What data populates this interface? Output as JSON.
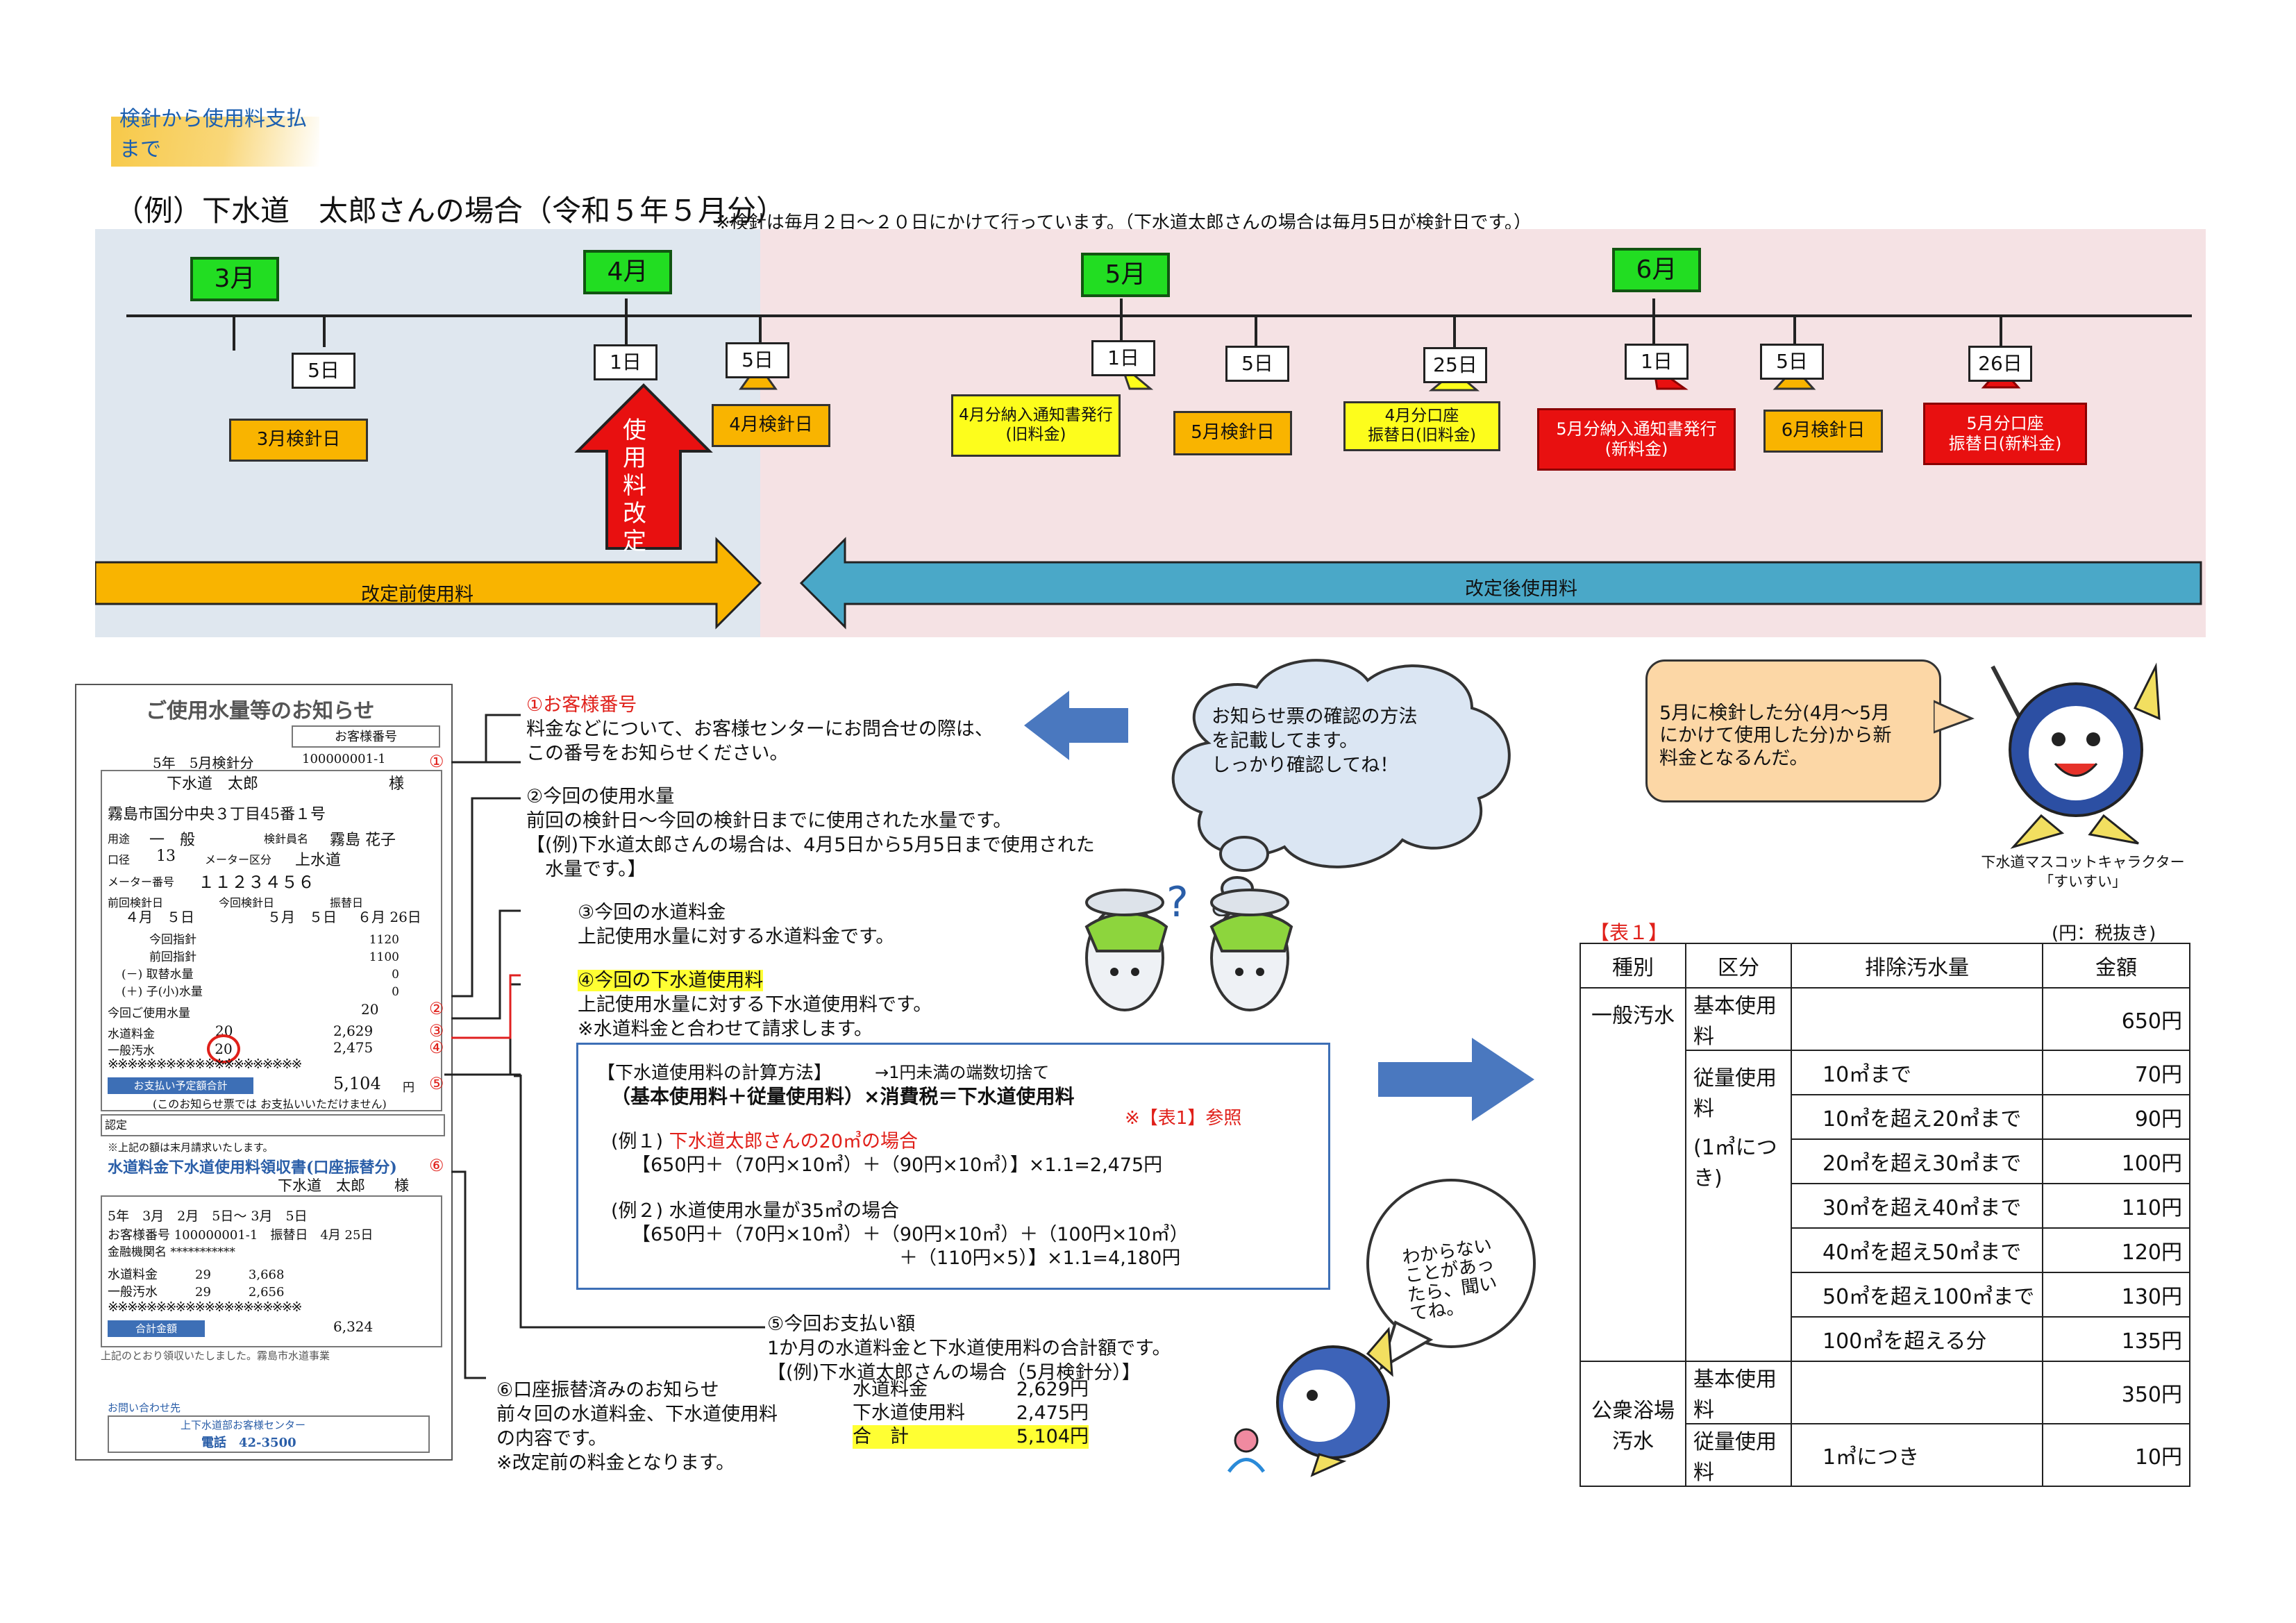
{
  "header": {
    "section_tag": "検針から使用料支払まで",
    "title": "（例）下水道　太郎さんの場合（令和５年５月分）",
    "reading_note": "※検針は毎月２日～２０日にかけて行っています。（下水道太郎さんの場合は毎月5日が検針日です。）"
  },
  "timeline": {
    "months": [
      "3月",
      "4月",
      "5月",
      "6月"
    ],
    "days": [
      "5日",
      "1日",
      "5日",
      "1日",
      "5日",
      "25日",
      "1日",
      "5日",
      "26日"
    ],
    "events": [
      "3月検針日",
      "4月検針日",
      "4月分納入通知書発行\n(旧料金)",
      "5月検針日",
      "4月分口座\n振替日(旧料金)",
      "5月分納入通知書発行\n(新料金)",
      "6月検針日",
      "5月分口座\n振替日(新料金)"
    ],
    "revision": "使用料改定",
    "before": "改定前使用料",
    "after": "改定後使用料"
  },
  "notice": {
    "title": "ご使用水量等のお知らせ",
    "cust_no_label": "お客様番号",
    "cust_no": "100000001-1",
    "reading_period": "5年　5月検針分",
    "name": "下水道　太郎",
    "honorific": "様",
    "address": "霧島市国分中央３丁目45番１号",
    "use_label": "用途",
    "use": "一　般",
    "reader_label": "検針員名",
    "reader": "霧島 花子",
    "bore_label": "口径",
    "bore": "13",
    "meter_cls_label": "メーター区分",
    "meter_cls": "上水道",
    "meter_no_label": "メーター番号",
    "meter_no": "１１２３４５６",
    "prev_date_label": "前回検針日",
    "prev_date": "４月　５日",
    "cur_date_label": "今回検針日",
    "cur_date": "５月　５日",
    "transfer_label": "振替日",
    "transfer_date": "６月 26日",
    "readings": [
      [
        "今回指針",
        "1120"
      ],
      [
        "前回指針",
        "1100"
      ],
      [
        "(－) 取替水量",
        "0"
      ],
      [
        "(＋) 子(小)水量",
        "0"
      ]
    ],
    "usage_label": "今回ご使用水量",
    "usage": "20",
    "water_label": "水道料金",
    "water_m3": "20",
    "water_yen": "2,629",
    "sewer_label": "一般汚水",
    "sewer_m3": "20",
    "sewer_yen": "2,475",
    "stars": "※※※※※※※※※※※※※※※※※※※※",
    "total_label": "お支払い予定額合計",
    "total": "5,104",
    "yen": "円",
    "footnote": "(このお知らせ票では お支払いいただけません)",
    "memo_label": "認定",
    "note2": "※上記の額は末月請求いたします。",
    "receipt_title": "水道料金下水道使用料領収書(口座振替分)",
    "receipt_name": "下水道　太郎　　様",
    "receipt_period": "5年　3月　2月　5日～ 3月　5日",
    "receipt_cust": "お客様番号 100000001-1　振替日　4月 25日",
    "bank": "金融機関名 ***********",
    "r_water": "水道料金　　　29　　　3,668",
    "r_sewer": "一般汚水　　　29　　　2,656",
    "r_total_label": "合計金額",
    "r_total": "6,324",
    "received": "上記のとおり領収いたしました。霧島市水道事業",
    "contact_label": "お問い合わせ先",
    "contact_center": "上下水道部お客様センター",
    "phone": "電話　42-3500"
  },
  "explanations": [
    {
      "num": "①",
      "head": "①お客様番号",
      "body": "料金などについて、お客様センターにお問合せの際は、\nこの番号をお知らせください。"
    },
    {
      "num": "②",
      "head": "②今回の使用水量",
      "body": "前回の検針日～今回の検針日までに使用された水量です。\n【(例)下水道太郎さんの場合は、4月5日から5月5日まで使用された\n　水量です。】"
    },
    {
      "num": "③",
      "head": "③今回の水道料金",
      "body": "上記使用水量に対する水道料金です。"
    },
    {
      "num": "④",
      "head": "④今回の下水道使用料",
      "body": "上記使用水量に対する下水道使用料です。\n※水道料金と合わせて請求します。"
    },
    {
      "num": "⑤",
      "head": "⑤今回お支払い額",
      "body": "1か月の水道料金と下水道使用料の合計額です。\n【(例)下水道太郎さんの場合（5月検針分）】"
    },
    {
      "num": "⑥",
      "head": "⑥口座振替済みのお知らせ",
      "body": "前々回の水道料金、下水道使用料\nの内容です。\n※改定前の料金となります。"
    }
  ],
  "payment_breakdown": [
    [
      "水道料金",
      "2,629円"
    ],
    [
      "下水道使用料",
      "2,475円"
    ],
    [
      "合　計",
      "5,104円"
    ]
  ],
  "speech": {
    "cloud": "お知らせ票の確認の方法\nを記載してます。\nしっかり確認してね！",
    "mascot_bubble": "5月に検針した分(4月～5月\nにかけて使用した分)から新\n料金となるんだ。",
    "mascot_caption": "下水道マスコットキャラクター\n「すいすい」",
    "ask": "わからない\nことがあっ\nたら、聞い\nてね。"
  },
  "calc": {
    "title": "【下水道使用料の計算方法】",
    "rounding": "→1円未満の端数切捨て",
    "formula": "（基本使用料＋従量使用料）×消費税＝下水道使用料",
    "ref": "※【表1】参照",
    "ex1_label": "(例１) ",
    "ex1_red": "下水道太郎さんの20㎥の場合",
    "ex1_calc": "【650円＋（70円×10㎥）＋（90円×10㎥）】×1.1=2,475円",
    "ex2_label": "(例２) 水道使用水量が35㎥の場合",
    "ex2_calc1": "【650円＋（70円×10㎥）＋（90円×10㎥）＋（100円×10㎥）",
    "ex2_calc2": "＋（110円×5）】×1.1=4,180円"
  },
  "fee_table": {
    "label": "【表１】",
    "unit": "(円：税抜き)",
    "headers": [
      "種別",
      "区分",
      "排除汚水量",
      "金額"
    ],
    "general": "一般汚水",
    "basic": "基本使用料",
    "metered": "従量使用料",
    "per_m3": "(1㎥につき)",
    "general_rows": [
      [
        "",
        "650円"
      ],
      [
        "10㎥まで",
        "70円"
      ],
      [
        "10㎥を超え20㎥まで",
        "90円"
      ],
      [
        "20㎥を超え30㎥まで",
        "100円"
      ],
      [
        "30㎥を超え40㎥まで",
        "110円"
      ],
      [
        "40㎥を超え50㎥まで",
        "120円"
      ],
      [
        "50㎥を超え100㎥まで",
        "130円"
      ],
      [
        "100㎥を超える分",
        "135円"
      ]
    ],
    "bath": "公衆浴場\n汚水",
    "bath_rows": [
      [
        "",
        "350円"
      ],
      [
        "1㎥につき",
        "10円"
      ]
    ]
  },
  "colors": {
    "month_green": "#22dd22",
    "orange": "#f9b400",
    "yellow": "#fdfd1c",
    "red": "#e81010",
    "teal": "#4aa8c8",
    "blue_arrow": "#4a78bf"
  }
}
